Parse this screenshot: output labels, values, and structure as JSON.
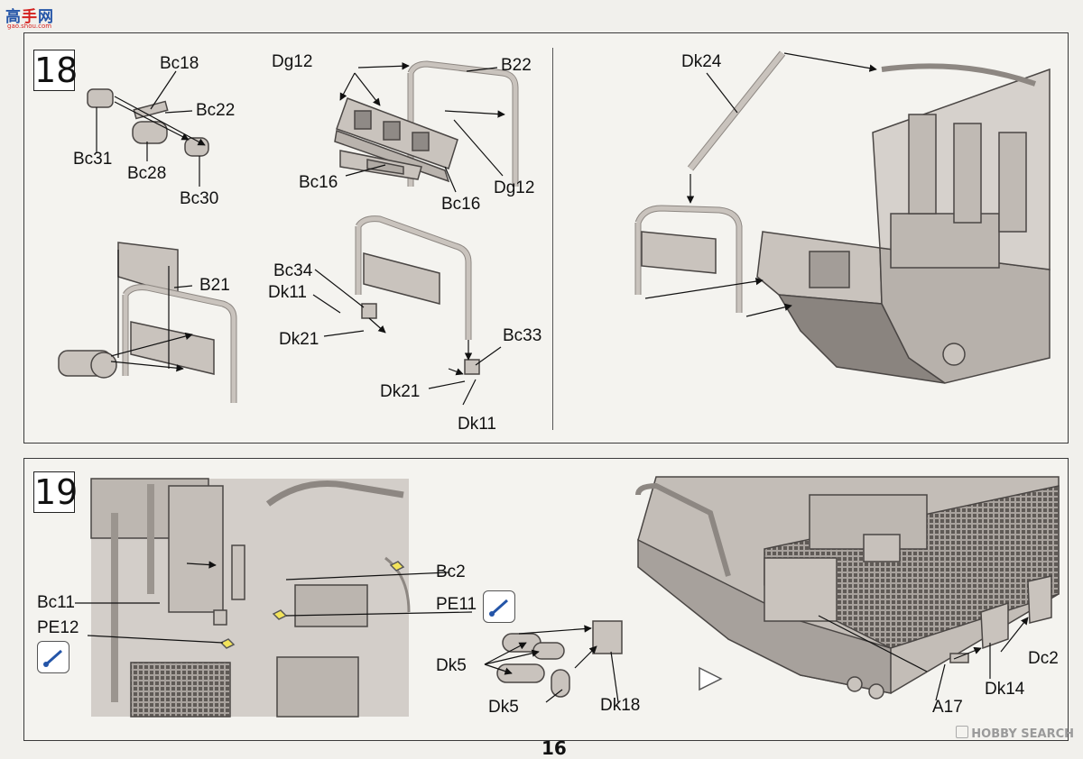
{
  "logo": {
    "text_a": "高",
    "text_b": "手",
    "text_c": "网",
    "url": "gao.shou.com"
  },
  "step18": {
    "number": "18",
    "labels": {
      "bc18": "Bc18",
      "bc22": "Bc22",
      "bc31": "Bc31",
      "bc28": "Bc28",
      "bc30": "Bc30",
      "dg12_top": "Dg12",
      "b22": "B22",
      "bc16_left": "Bc16",
      "bc16_right": "Bc16",
      "dg12_right": "Dg12",
      "b21": "B21",
      "bc34": "Bc34",
      "dk11_top": "Dk11",
      "dk21_top": "Dk21",
      "bc33": "Bc33",
      "dk21_bottom": "Dk21",
      "dk11_bottom": "Dk11",
      "dk24": "Dk24"
    }
  },
  "step19": {
    "number": "19",
    "labels": {
      "bc2": "Bc2",
      "pe11": "PE11",
      "bc11": "Bc11",
      "pe12": "PE12",
      "dk5_top": "Dk5",
      "dk5_bottom": "Dk5",
      "dk18": "Dk18",
      "a17": "A17",
      "dk14": "Dk14",
      "dc2": "Dc2"
    }
  },
  "watermark": "HOBBY SEARCH",
  "page_number": "16",
  "colors": {
    "part_fill": "#c9c3bd",
    "part_stroke": "#4a4644",
    "frame": "#3a3a3a",
    "logo_blue": "#2455a8",
    "logo_red": "#d4201e"
  }
}
